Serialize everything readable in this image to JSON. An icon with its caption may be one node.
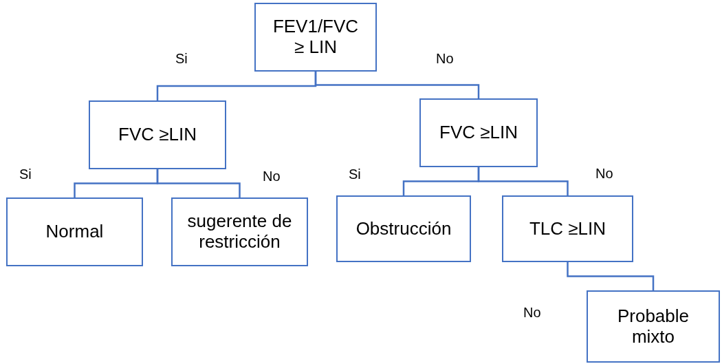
{
  "diagram": {
    "nodes": [
      {
        "text": [
          "FEV1/FVC ≥ LIN"
        ]
      },
      {
        "text": [
          "FVC ≥LIN"
        ]
      },
      {
        "text": [
          "FVC ≥LIN"
        ]
      },
      {
        "text": [
          "Normal"
        ]
      },
      {
        "text": [
          "sugerente de restricción"
        ]
      },
      {
        "text": [
          "Obstrucción"
        ]
      },
      {
        "text": [
          "TLC ≥LIN"
        ]
      },
      {
        "text": [
          "Probable mixto"
        ]
      }
    ],
    "edges": [
      {
        "from": 0,
        "to": 1,
        "arrow": "none"
      },
      {
        "from": 0,
        "to": 2,
        "arrow": "none"
      },
      {
        "from": 1,
        "to": 3,
        "arrow": "none"
      },
      {
        "from": 1,
        "to": 4,
        "arrow": "none"
      },
      {
        "from": 2,
        "to": 5,
        "arrow": "none"
      },
      {
        "from": 2,
        "to": 6,
        "arrow": "none"
      },
      {
        "from": 6,
        "to": 7,
        "arrow": "none"
      }
    ],
    "labels": [
      "Si",
      "No",
      "Si",
      "No",
      "Si",
      "No",
      "No"
    ]
  }
}
